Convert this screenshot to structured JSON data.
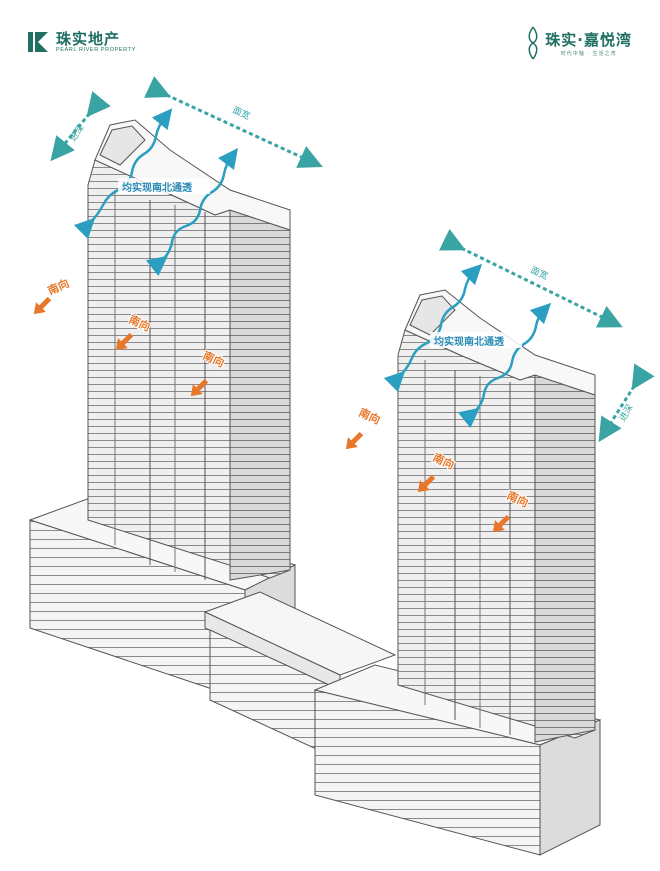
{
  "brand": {
    "developer_cn": "珠实地产",
    "developer_en": "PEARL RIVER PROPERTY",
    "project_cn": "珠实·嘉悦湾",
    "project_sub": "时代中轴 · 生活之湾"
  },
  "labels": {
    "width": "面宽",
    "depth": "进深",
    "south": "南向",
    "ventilation": "均实现南北通透"
  },
  "colors": {
    "teal": "#3aa3a3",
    "blue_arrow": "#2b9fc1",
    "orange": "#e8772a",
    "brand": "#1f6f63"
  }
}
